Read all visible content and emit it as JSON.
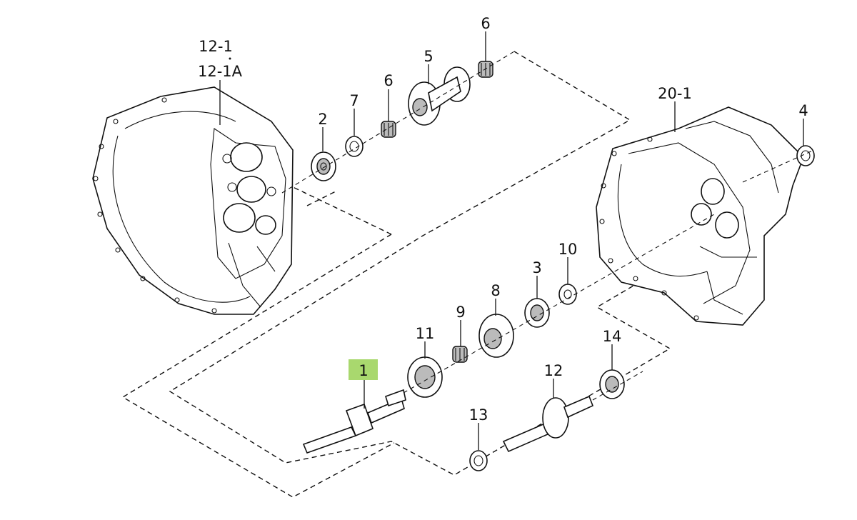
{
  "callouts": [
    {
      "id": "1",
      "label": "1",
      "highlight": true
    },
    {
      "id": "2",
      "label": "2"
    },
    {
      "id": "3",
      "label": "3"
    },
    {
      "id": "4",
      "label": "4"
    },
    {
      "id": "5",
      "label": "5"
    },
    {
      "id": "6a",
      "label": "6"
    },
    {
      "id": "6b",
      "label": "6"
    },
    {
      "id": "7",
      "label": "7"
    },
    {
      "id": "8",
      "label": "8"
    },
    {
      "id": "9",
      "label": "9"
    },
    {
      "id": "10",
      "label": "10"
    },
    {
      "id": "11",
      "label": "11"
    },
    {
      "id": "12",
      "label": "12"
    },
    {
      "id": "13",
      "label": "13"
    },
    {
      "id": "14",
      "label": "14"
    },
    {
      "id": "12-1",
      "label": "12-1"
    },
    {
      "id": "12-1A",
      "label": "12-1A"
    },
    {
      "id": "20-1",
      "label": "20-1"
    }
  ],
  "colors": {
    "highlight": "#a9d86e",
    "ink": "#111111",
    "background": "#ffffff"
  }
}
